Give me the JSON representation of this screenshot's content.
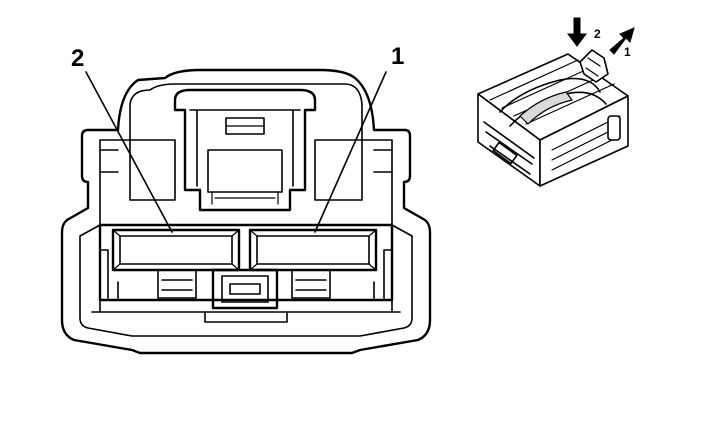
{
  "connector_face": {
    "pin_labels": [
      {
        "id": "left",
        "text": "2"
      },
      {
        "id": "right",
        "text": "1"
      }
    ]
  },
  "connector_3d": {
    "arrow_labels": [
      {
        "id": "press",
        "text": "2"
      },
      {
        "id": "pull",
        "text": "1"
      }
    ]
  }
}
